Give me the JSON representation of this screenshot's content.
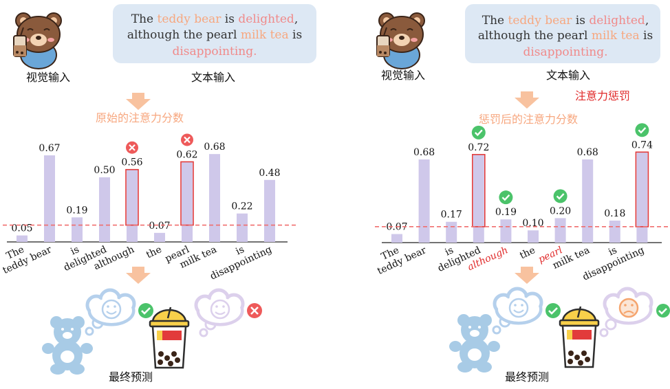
{
  "panels": [
    {
      "visual_label": "视觉输入",
      "text_label": "文本输入",
      "caption": [
        "The ",
        "teddy bear",
        " is ",
        "delighted",
        ",",
        "although the pearl ",
        "milk tea",
        " is",
        "disappointing."
      ],
      "score_title": "原始的注意力分数",
      "penalty_label": "",
      "final_label": "最终预测"
    },
    {
      "visual_label": "视觉输入",
      "text_label": "文本输入",
      "caption": [
        "The ",
        "teddy bear",
        " is ",
        "delighted",
        ",",
        "although the pearl ",
        "milk tea",
        " is",
        "disappointing."
      ],
      "score_title": "惩罚后的注意力分数",
      "penalty_label": "注意力惩罚",
      "final_label": "最终预测"
    }
  ],
  "chart_data": [
    {
      "type": "bar",
      "categories": [
        "The",
        "teddy bear",
        "is",
        "delighted",
        "although",
        "the",
        "pearl",
        "milk tea",
        "is",
        "disappointing"
      ],
      "values": [
        0.05,
        0.67,
        0.19,
        0.5,
        0.56,
        0.07,
        0.62,
        0.68,
        0.22,
        0.48
      ],
      "value_labels": [
        "0.05",
        "0.67",
        "0.19",
        "0.50",
        "0.56",
        "0.07",
        "0.62",
        "0.68",
        "0.22",
        "0.48"
      ],
      "highlighted": [
        "although",
        "pearl"
      ],
      "highlight_marks": [
        "cross",
        "cross"
      ],
      "threshold": 0.13,
      "colors": {
        "bar": "#cfc8ea",
        "highlight": "#e23b3b",
        "threshold": "#f06d6d"
      }
    },
    {
      "type": "bar",
      "categories": [
        "The",
        "teddy bear",
        "is",
        "delighted",
        "although",
        "the",
        "pearl",
        "milk tea",
        "is",
        "disappointing"
      ],
      "values": [
        0.07,
        0.68,
        0.17,
        0.72,
        0.19,
        0.1,
        0.2,
        0.68,
        0.18,
        0.74
      ],
      "value_labels": [
        "0.07",
        "0.68",
        "0.17",
        "0.72",
        "0.19",
        "0.10",
        "0.20",
        "0.68",
        "0.18",
        "0.74"
      ],
      "highlighted": [
        "delighted",
        "disappointing"
      ],
      "checked": [
        "delighted",
        "although",
        "pearl",
        "disappointing"
      ],
      "red_labels": [
        "although",
        "pearl"
      ],
      "threshold": 0.13,
      "colors": {
        "bar": "#cfc8ea",
        "highlight": "#e23b3b",
        "threshold": "#f06d6d"
      }
    }
  ],
  "colors": {
    "caption_bg": "#dde8f4",
    "pink_text": "#f08a8a",
    "peach_text": "#f7a77f",
    "arrow": "#f8c29f",
    "check": "#4bc36a",
    "cross": "#ee5a5a",
    "penalty": "#e02a2a"
  },
  "icons": [
    "bear-holding-milk-tea-icon",
    "teddy-bear-icon",
    "bubble-tea-icon",
    "happy-face-thought-icon",
    "neutral-face-thought-icon",
    "sad-face-thought-icon",
    "check-icon",
    "cross-icon"
  ]
}
